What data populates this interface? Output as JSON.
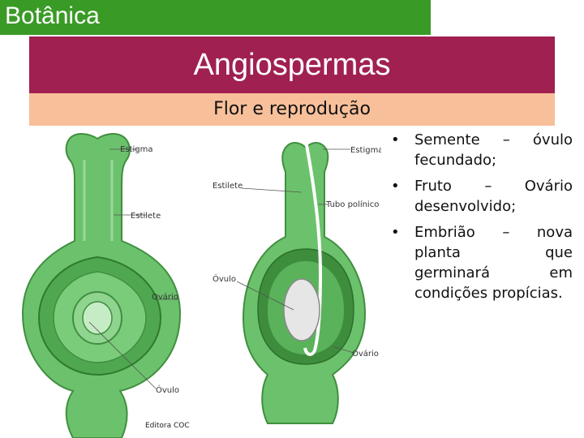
{
  "header": {
    "title": "Botânica"
  },
  "band": {
    "title": "Angiospermas",
    "subtitle": "Flor e reprodução"
  },
  "figure": {
    "left_labels": {
      "stigma": "Estigma",
      "style": "Estilete",
      "ovary": "Ovário",
      "ovule": "Óvulo"
    },
    "right_labels": {
      "stigma": "Estigma",
      "style": "Estilete",
      "pollen_tube": "Tubo polínico",
      "ovule": "Óvulo",
      "ovary": "Ovário"
    },
    "credit": "Editora COC"
  },
  "bullets": [
    "Semente – óvulo fecundado;",
    "Fruto – Ovário desenvolvido;",
    "Embrião – nova planta que germinará em condições propícias."
  ],
  "colors": {
    "green_bar": "#3a9a26",
    "magenta_band": "#a02052",
    "peach_band": "#f8c09a",
    "pistil_green": "#6cc26c"
  }
}
